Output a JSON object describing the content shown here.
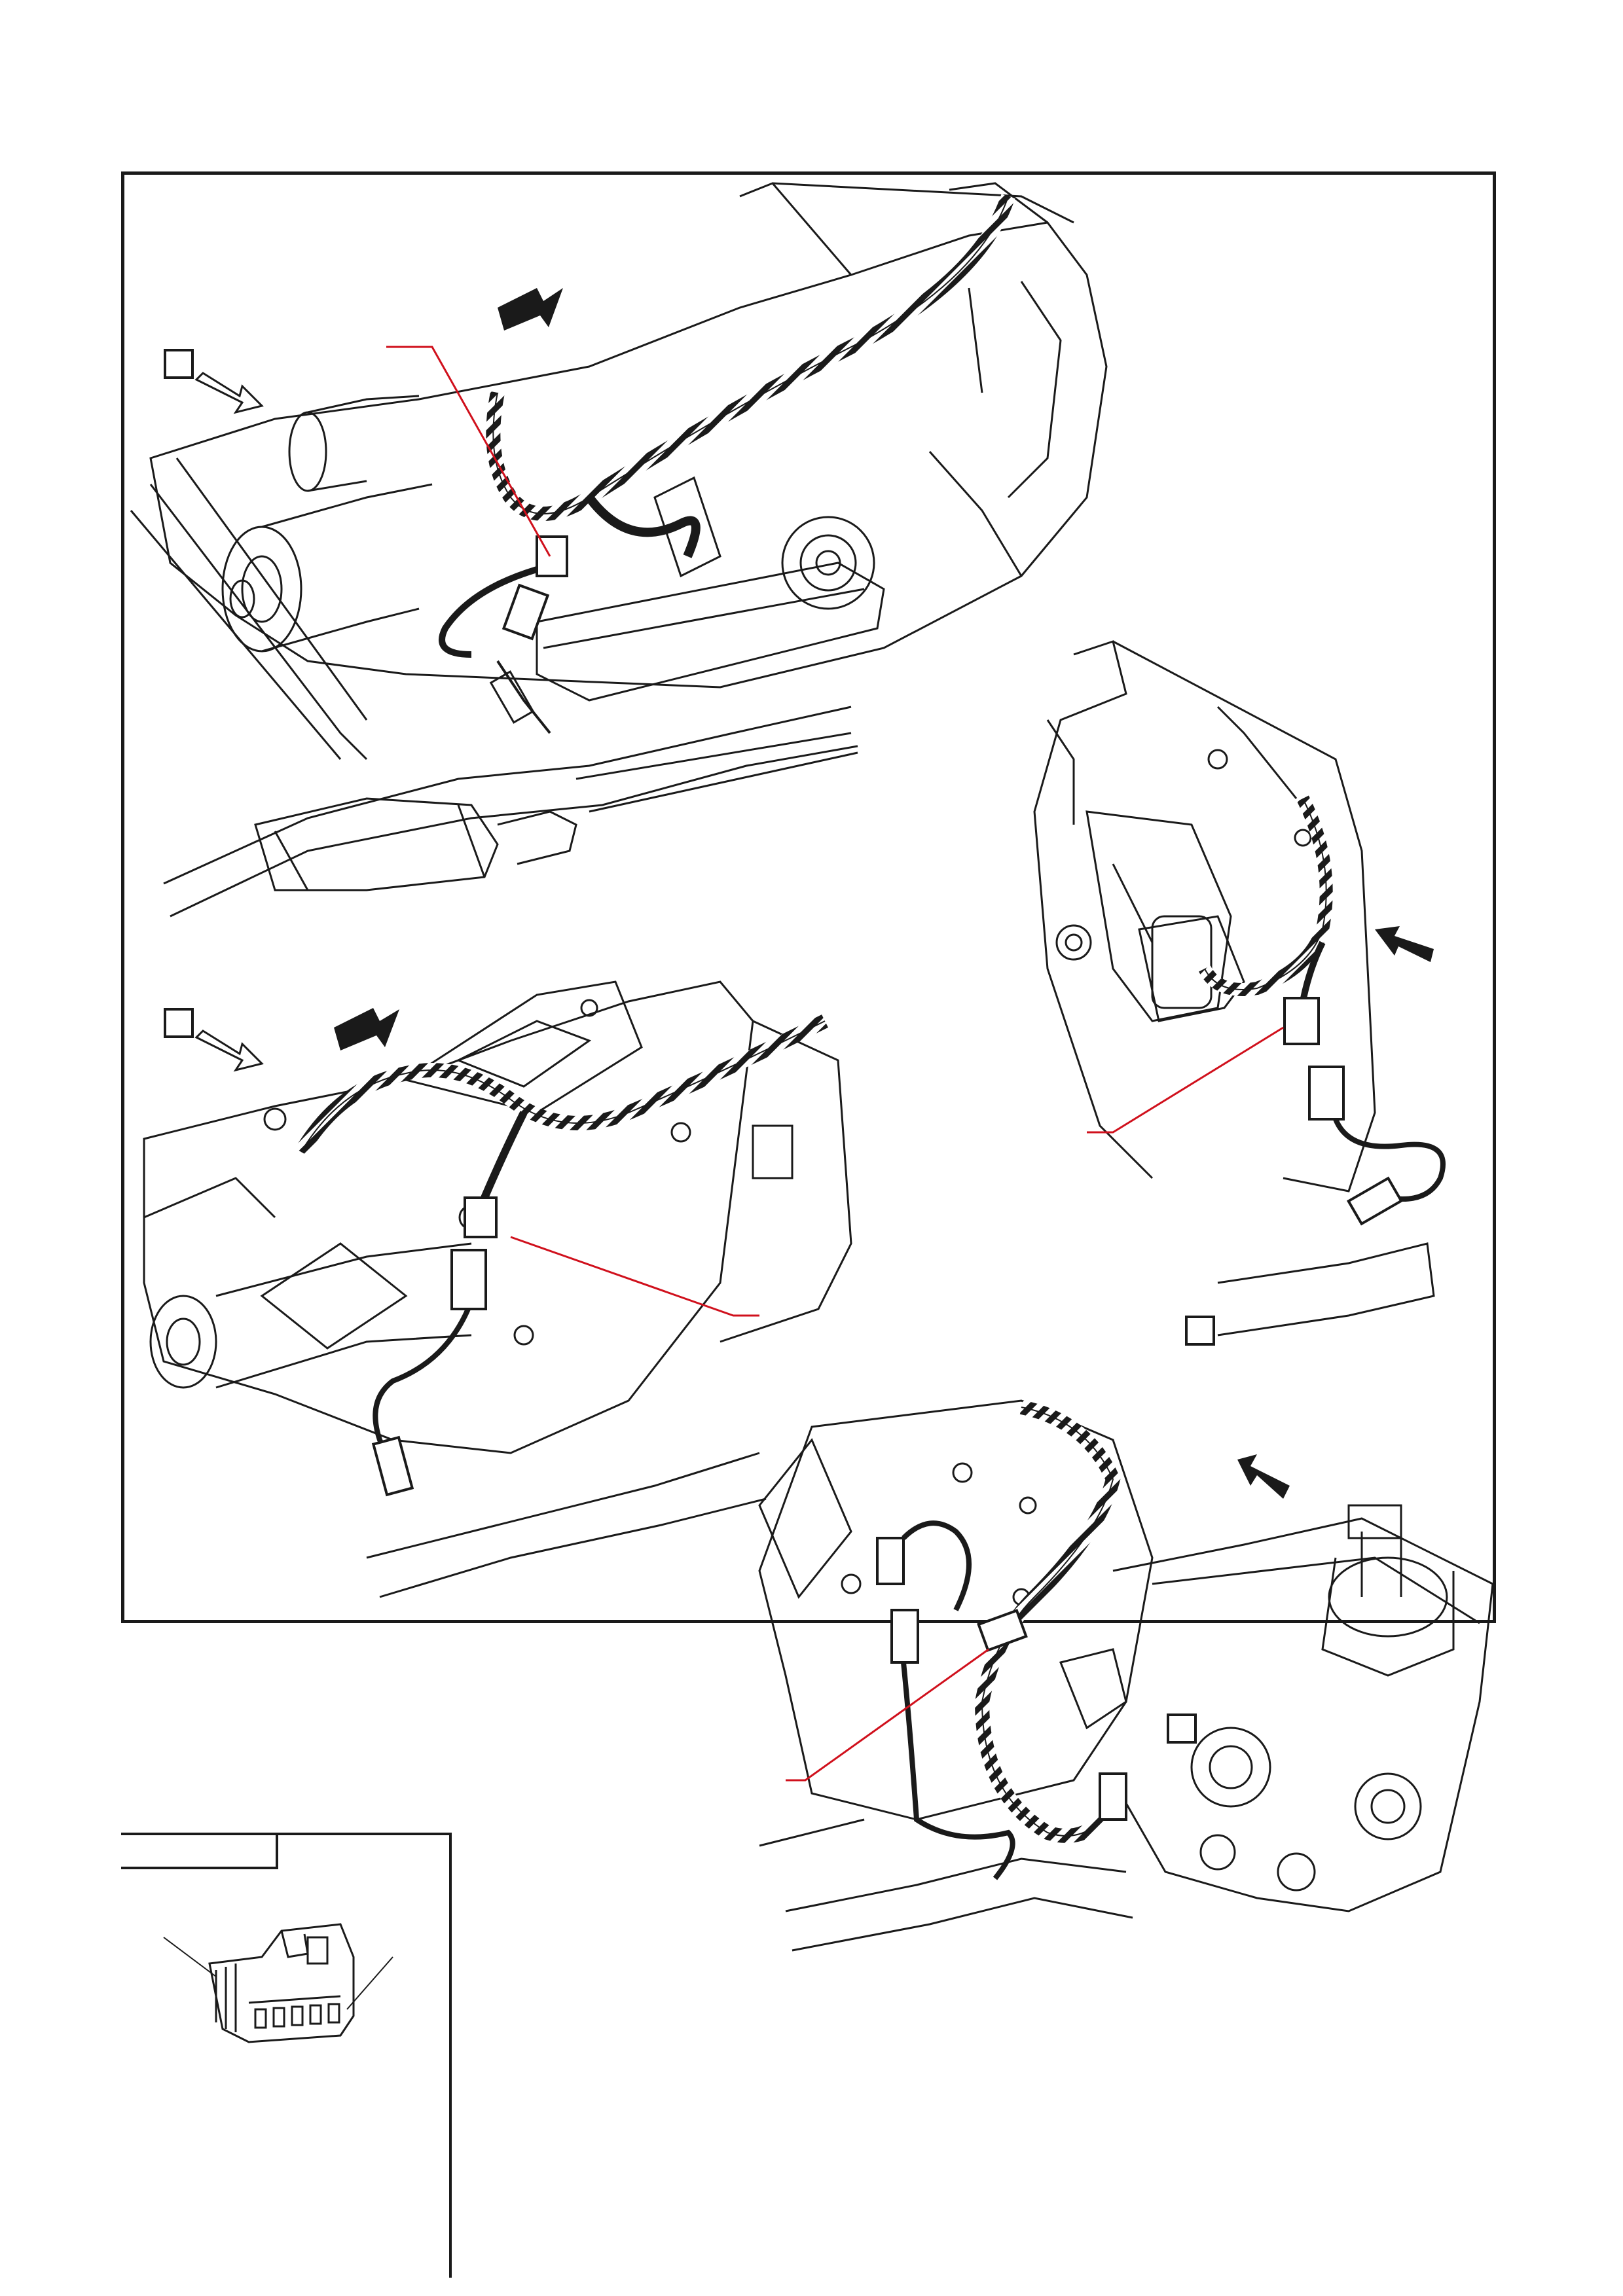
{
  "figure": {
    "views": [
      {
        "id": "A",
        "label": "",
        "kind": "automatic-transmission"
      },
      {
        "id": "B",
        "label": "",
        "kind": "manual-transmission"
      },
      {
        "id": "C",
        "label": "",
        "kind": "rear-view-connector"
      },
      {
        "id": "D",
        "label": "",
        "kind": "transfer-case"
      }
    ],
    "inset": {
      "tab_label": "",
      "kind": "connector-detail"
    },
    "callouts": {
      "line_color": "#d0101c"
    },
    "colors": {
      "ink": "#1a1a1a",
      "callout": "#d0101c",
      "paper": "#ffffff"
    }
  }
}
